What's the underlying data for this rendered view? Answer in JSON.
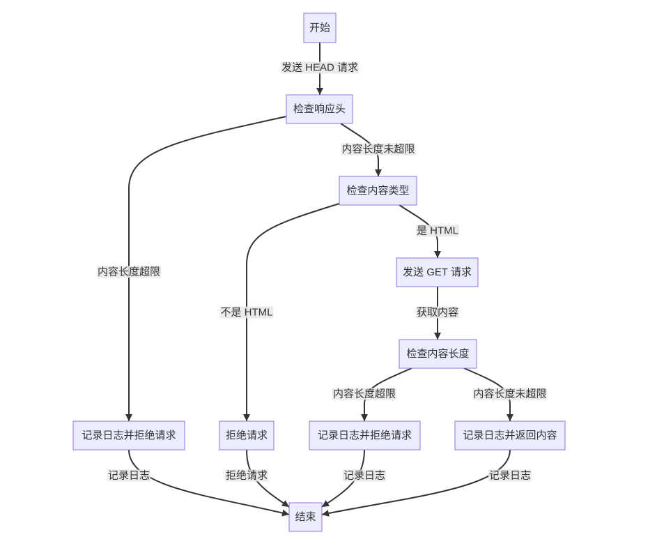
{
  "colors": {
    "background": "#FFFFFF",
    "node_fill": "#ECECFF",
    "node_stroke": "#9370DB",
    "edge": "#333333",
    "edge_label_bg": "#E8E8E8",
    "text": "#333333"
  },
  "nodes": {
    "start": "开始",
    "check_headers": "检查响应头",
    "check_type": "检查内容类型",
    "send_get": "发送 GET 请求",
    "check_length": "检查内容长度",
    "log_reject_left": "记录日志并拒绝请求",
    "reject": "拒绝请求",
    "log_reject_right": "记录日志并拒绝请求",
    "log_return": "记录日志并返回内容",
    "end": "结束"
  },
  "edges": {
    "start_to_check_headers": "发送 HEAD 请求",
    "check_headers_to_log_reject_left": "内容长度超限",
    "check_headers_to_check_type": "内容长度未超限",
    "check_type_to_reject": "不是 HTML",
    "check_type_to_send_get": "是 HTML",
    "send_get_to_check_length": "获取内容",
    "check_length_to_log_reject_right": "内容长度超限",
    "check_length_to_log_return": "内容长度未超限",
    "log_reject_left_to_end": "记录日志",
    "reject_to_end": "拒绝请求",
    "log_reject_right_to_end": "记录日志",
    "log_return_to_end": "记录日志"
  }
}
